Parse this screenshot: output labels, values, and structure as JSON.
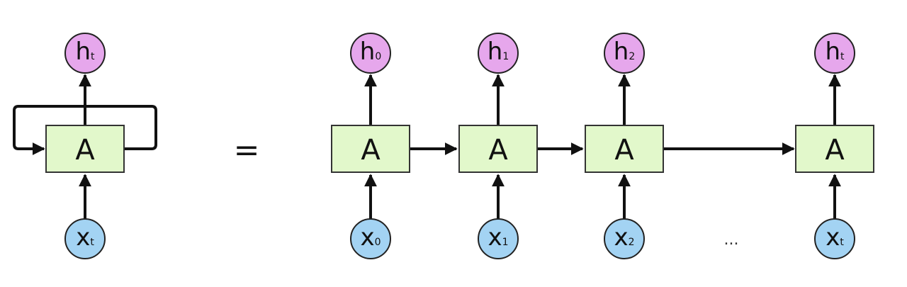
{
  "colors": {
    "cell_fill": "#e2f8cb",
    "hidden_fill": "#e6a7ec",
    "input_fill": "#a3d3f3",
    "stroke": "#111111"
  },
  "folded": {
    "cell_label": "A",
    "hidden": {
      "main": "h",
      "sub": "t"
    },
    "input": {
      "main": "x",
      "sub": "t"
    }
  },
  "equals_sign": "=",
  "ellipsis": "...",
  "unrolled": [
    {
      "cell_label": "A",
      "hidden": {
        "main": "h",
        "sub": "0"
      },
      "input": {
        "main": "x",
        "sub": "0"
      }
    },
    {
      "cell_label": "A",
      "hidden": {
        "main": "h",
        "sub": "1"
      },
      "input": {
        "main": "x",
        "sub": "1"
      }
    },
    {
      "cell_label": "A",
      "hidden": {
        "main": "h",
        "sub": "2"
      },
      "input": {
        "main": "x",
        "sub": "2"
      }
    },
    {
      "cell_label": "A",
      "hidden": {
        "main": "h",
        "sub": "t"
      },
      "input": {
        "main": "x",
        "sub": "t"
      }
    }
  ]
}
